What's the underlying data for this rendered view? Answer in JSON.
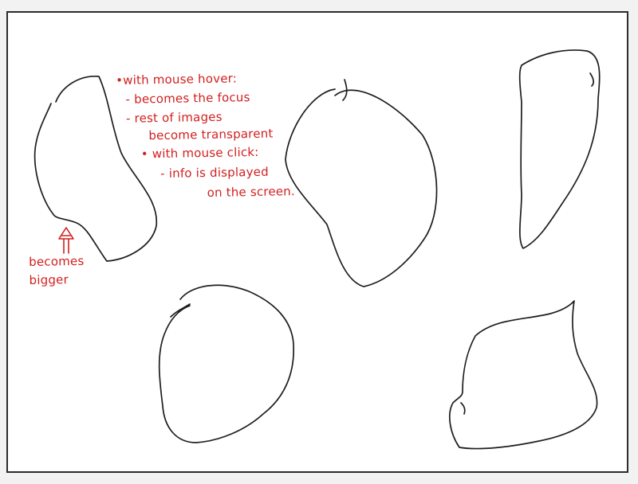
{
  "annotations": {
    "hover_notes": [
      "•with mouse hover:",
      "- becomes the focus",
      "- rest of images",
      "become transparent",
      "• with mouse click:",
      "- info is displayed",
      "on the screen."
    ],
    "bigger_note": [
      "becomes",
      "bigger"
    ]
  },
  "colors": {
    "annotation": "#d21f1f",
    "shape_outline": "#1e1e1e",
    "canvas": "#ffffff",
    "frame": "#2b2b2b"
  },
  "shapes": [
    "image-shape-1",
    "image-shape-2",
    "image-shape-3",
    "image-shape-4",
    "image-shape-5"
  ]
}
